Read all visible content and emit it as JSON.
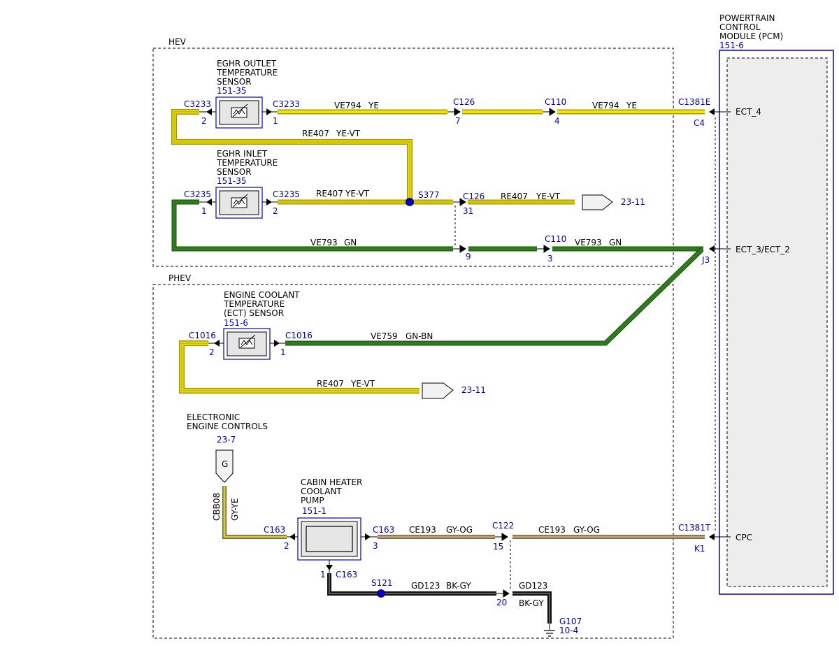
{
  "regions": {
    "hev": "HEV",
    "phev": "PHEV"
  },
  "pcm": {
    "title": [
      "POWERTRAIN",
      "CONTROL",
      "MODULE (PCM)"
    ],
    "ref": "151-6",
    "pins": [
      "ECT_4",
      "ECT_3/ECT_2",
      "CPC"
    ]
  },
  "components": {
    "eghr_outlet": {
      "name": [
        "EGHR OUTLET",
        "TEMPERATURE",
        "SENSOR"
      ],
      "ref": "151-35"
    },
    "eghr_inlet": {
      "name": [
        "EGHR INLET",
        "TEMPERATURE",
        "SENSOR"
      ],
      "ref": "151-35"
    },
    "ect": {
      "name": [
        "ENGINE COOLANT",
        "TEMPERATURE",
        "(ECT) SENSOR"
      ],
      "ref": "151-6"
    },
    "eec": {
      "name": [
        "ELECTRONIC",
        "ENGINE CONTROLS"
      ],
      "ref": "23-7",
      "pin": "G"
    },
    "pump": {
      "name": [
        "CABIN HEATER",
        "COOLANT",
        "PUMP"
      ],
      "ref": "151-1"
    }
  },
  "connectors": {
    "c3233": "C3233",
    "c126": "C126",
    "c110": "C110",
    "c1381e": "C1381E",
    "c3235": "C3235",
    "s377": "S377",
    "c1016": "C1016",
    "c163": "C163",
    "c122": "C122",
    "c1381t": "C1381T",
    "s121": "S121",
    "g107": "G107",
    "g107_ref": "10-4"
  },
  "pins": {
    "p2a": "2",
    "p1a": "1",
    "p7": "7",
    "p4": "4",
    "c4": "C4",
    "p1b": "1",
    "p2b": "2",
    "p31": "31",
    "p9": "9",
    "p3": "3",
    "j3": "J3",
    "p2c": "2",
    "p1c": "1",
    "p2d": "2",
    "p3d": "3",
    "p15": "15",
    "k1": "K1",
    "p1d": "1",
    "p20": "20"
  },
  "wires": {
    "ve794": [
      "VE794",
      "YE"
    ],
    "re407": [
      "RE407",
      "YE-VT"
    ],
    "ve793": [
      "VE793",
      "GN"
    ],
    "ve759": [
      "VE759",
      "GN-BN"
    ],
    "cbb08": [
      "CBB08",
      "GY-YE"
    ],
    "ce193": [
      "CE193",
      "GY-OG"
    ],
    "gd123": [
      "GD123",
      "BK-GY"
    ]
  },
  "refs": {
    "r2311": "23-11"
  },
  "colors": {
    "yellow": "#f0e600",
    "yellow_edge": "#a89400",
    "green": "#2e7d1a",
    "green_edge": "#174d0a",
    "gray_og": "#b08a5a",
    "black": "#111111",
    "blue": "#0000cc"
  }
}
